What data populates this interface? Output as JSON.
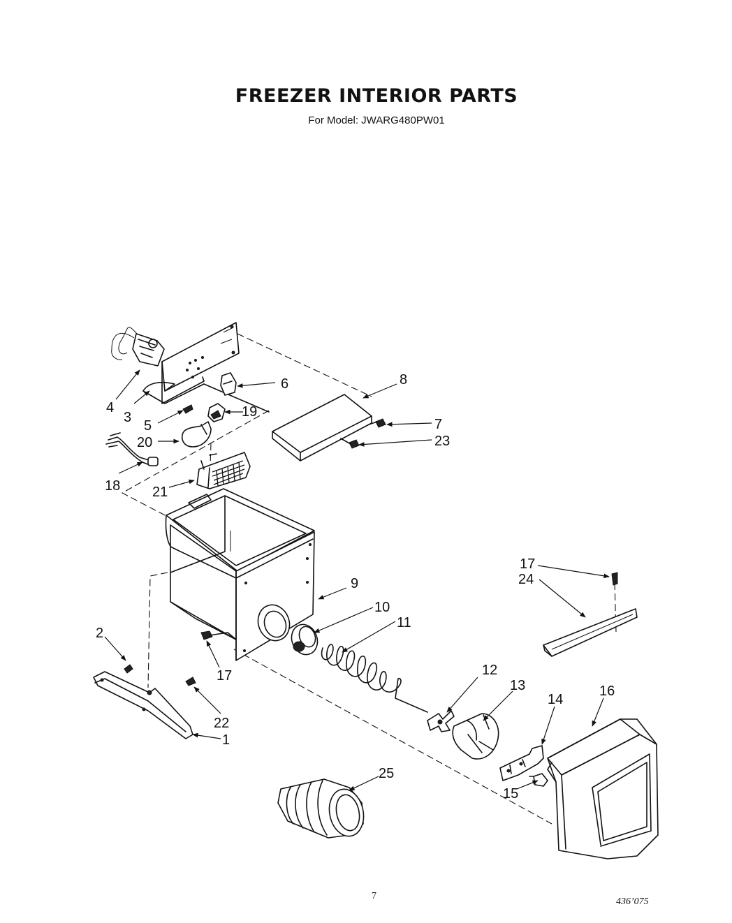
{
  "header": {
    "title": "FREEZER INTERIOR PARTS",
    "subtitle": "For Model: JWARG480PW01"
  },
  "footer": {
    "page_number": "7",
    "doc_code": "436’075"
  },
  "callouts": [
    "1",
    "2",
    "3",
    "4",
    "5",
    "6",
    "7",
    "8",
    "9",
    "10",
    "11",
    "12",
    "13",
    "14",
    "15",
    "16",
    "17",
    "17",
    "18",
    "19",
    "20",
    "21",
    "22",
    "23",
    "24",
    "25"
  ]
}
